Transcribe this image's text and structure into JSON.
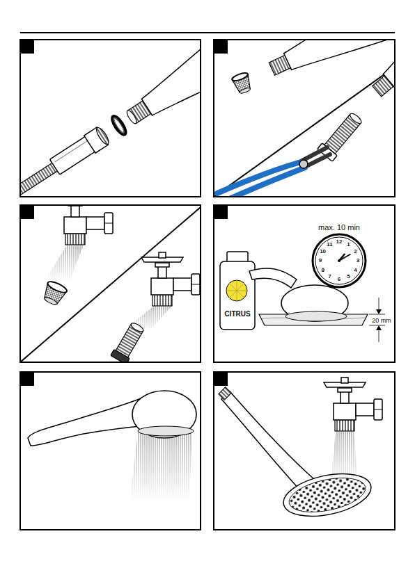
{
  "diagram": {
    "labels": [
      "max. 10 min",
      "12",
      "1",
      "2",
      "3",
      "4",
      "5",
      "6",
      "7",
      "8",
      "9",
      "10",
      "11",
      "CITRUS",
      "20 mm"
    ]
  }
}
